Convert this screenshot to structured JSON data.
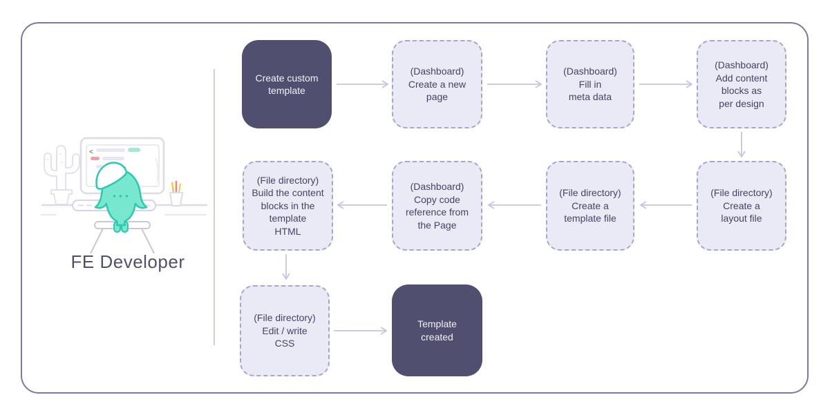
{
  "colors": {
    "frame_border": "#7b78a8",
    "node_solid_bg": "#514f70",
    "node_solid_text": "#f2f1f8",
    "node_dashed_bg": "#eae9f6",
    "node_dashed_border": "#a8a5cd",
    "node_dashed_text": "#454364",
    "arrow": "#c6c4e2",
    "divider": "#cfcee2",
    "mascot_fill": "#77e7d0",
    "mascot_stroke": "#2cc9ae"
  },
  "actor": {
    "label": "FE Developer"
  },
  "flow": {
    "nodes": [
      {
        "id": "create-custom-template",
        "type": "solid",
        "lines": [
          "Create custom",
          "template"
        ]
      },
      {
        "id": "create-new-page",
        "type": "dashed",
        "lines": [
          "(Dashboard)",
          "Create a new",
          "page"
        ]
      },
      {
        "id": "fill-in-meta-data",
        "type": "dashed",
        "lines": [
          "(Dashboard)",
          "Fill in",
          "meta data"
        ]
      },
      {
        "id": "add-content-blocks",
        "type": "dashed",
        "lines": [
          "(Dashboard)",
          "Add content",
          "blocks as",
          "per design"
        ]
      },
      {
        "id": "create-layout-file",
        "type": "dashed",
        "lines": [
          "(File directory)",
          "Create a",
          "layout file"
        ]
      },
      {
        "id": "create-template-file",
        "type": "dashed",
        "lines": [
          "(File directory)",
          "Create a",
          "template file"
        ]
      },
      {
        "id": "copy-code-reference",
        "type": "dashed",
        "lines": [
          "(Dashboard)",
          "Copy code",
          "reference from",
          "the Page"
        ]
      },
      {
        "id": "build-content-blocks",
        "type": "dashed",
        "lines": [
          "(File directory)",
          "Build the content",
          "blocks in the",
          "template",
          "HTML"
        ]
      },
      {
        "id": "edit-write-css",
        "type": "dashed",
        "lines": [
          "(File directory)",
          "Edit / write",
          "CSS"
        ]
      },
      {
        "id": "template-created",
        "type": "solid",
        "lines": [
          "Template",
          "created"
        ]
      }
    ]
  }
}
